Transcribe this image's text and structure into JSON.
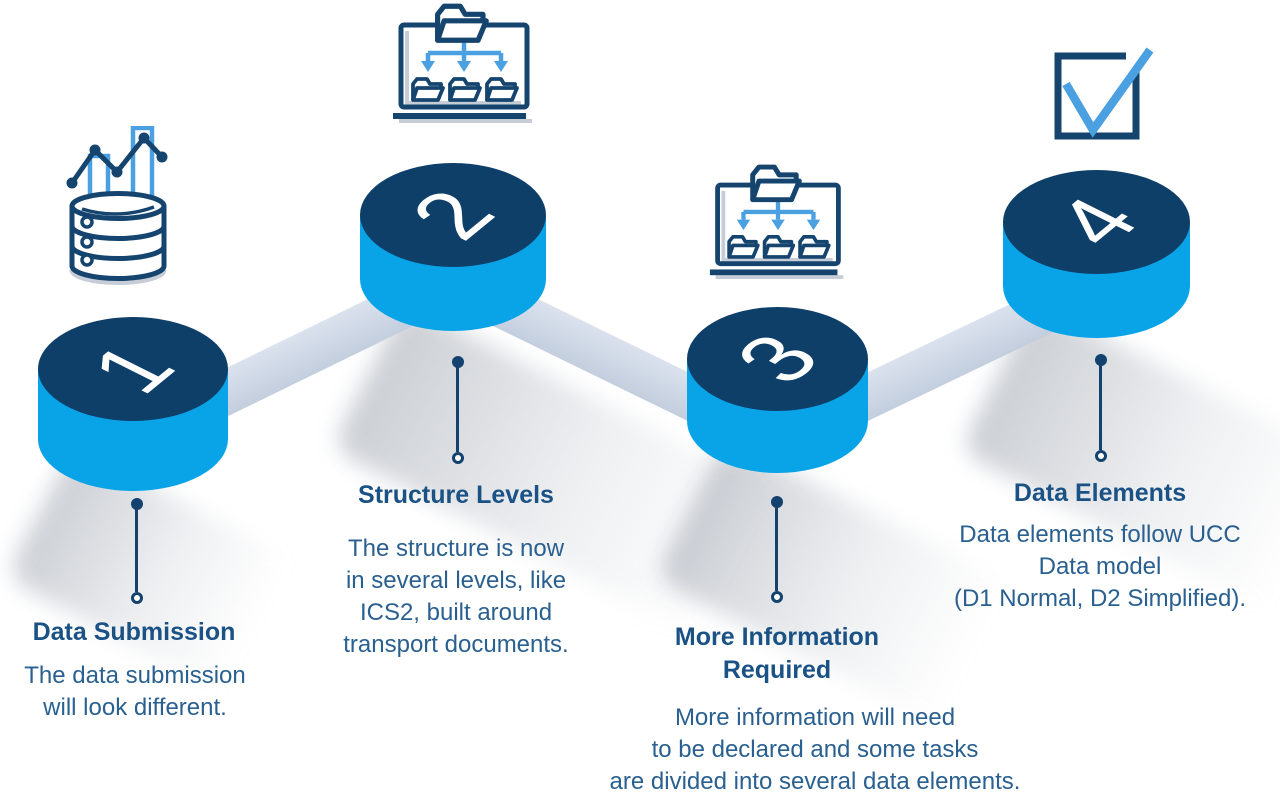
{
  "infographic": {
    "steps": [
      {
        "number": "1",
        "title": "Data Submission",
        "description": "The data submission\nwill look different.",
        "icon": "database-analytics-icon"
      },
      {
        "number": "2",
        "title": "Structure Levels",
        "description": "The structure is now\nin several levels, like\nICS2, built around\ntransport documents.",
        "icon": "folder-structure-icon"
      },
      {
        "number": "3",
        "title": "More Information\nRequired",
        "description": "More information will need\nto be declared and some tasks\nare divided into several data elements.",
        "icon": "folder-structure-icon"
      },
      {
        "number": "4",
        "title": "Data Elements",
        "description": "Data elements follow UCC\nData model\n(D1 Normal, D2 Simplified).",
        "icon": "checkbox-checked-icon"
      }
    ],
    "colors": {
      "cylinder_top": "#0E3F69",
      "cylinder_side": "#09A4E8",
      "ribbon": "#C9D4E3",
      "title_text": "#1A5285",
      "body_text": "#2A6090",
      "pin": "#14426E",
      "number_text": "#FFFFFF",
      "icon_navy": "#15456F",
      "icon_blue": "#4BA0E2",
      "icon_gray": "#C7CDD6"
    }
  }
}
